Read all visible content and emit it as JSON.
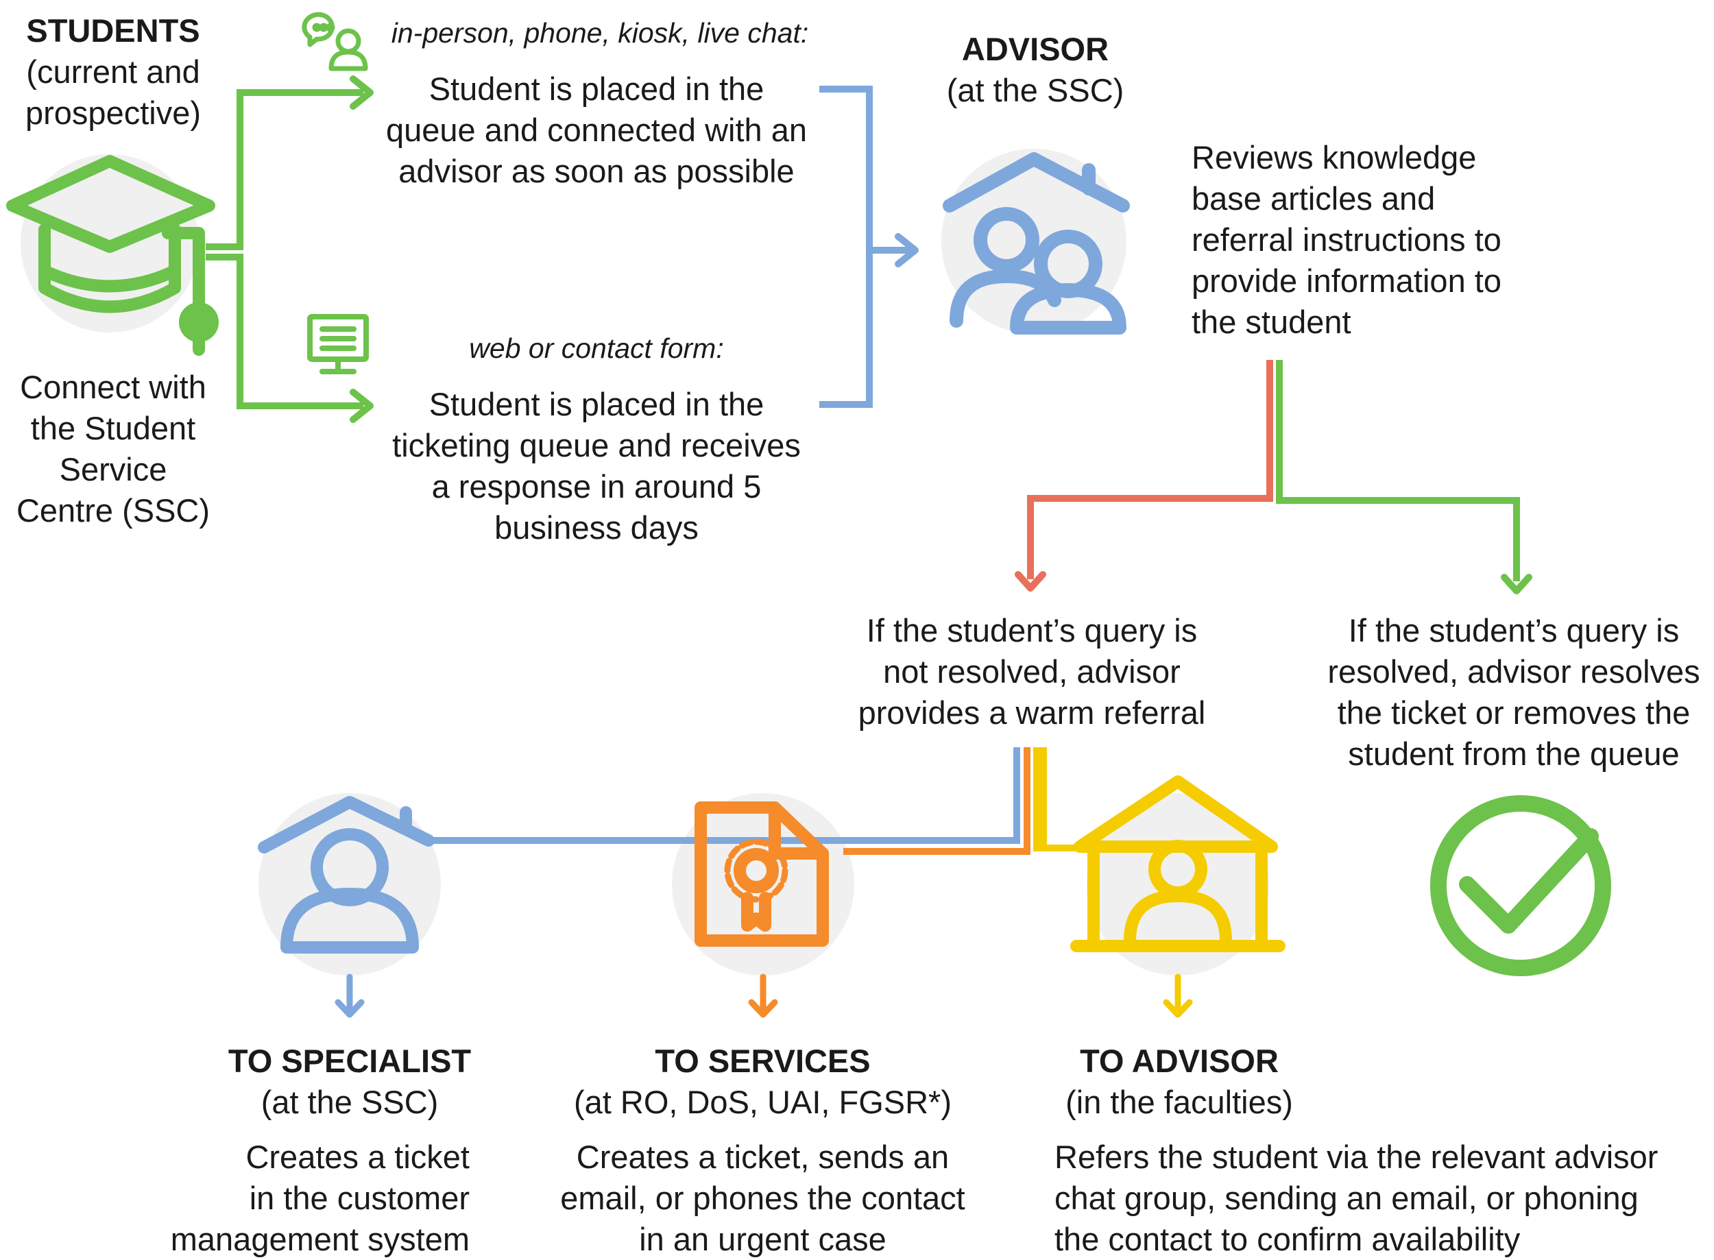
{
  "students": {
    "title": "STUDENTS",
    "subtitle_lines": [
      "(current and",
      "prospective)"
    ],
    "caption_lines": [
      "Connect with",
      "the Student",
      "Service",
      "Centre (SSC)"
    ]
  },
  "channel_live": {
    "label": "in-person, phone, kiosk, live chat:",
    "text_lines": [
      "Student is placed in the",
      "queue and connected with an",
      "advisor as soon as possible"
    ]
  },
  "channel_web": {
    "label": "web or contact form:",
    "text_lines": [
      "Student is placed in the",
      "ticketing queue and receives",
      "a response in around 5",
      "business days"
    ]
  },
  "advisor_ssc": {
    "title": "ADVISOR",
    "subtitle": "(at the SSC)",
    "text_lines": [
      "Reviews knowledge",
      "base articles and",
      "referral instructions to",
      "provide information to",
      "the student"
    ]
  },
  "outcome_not_resolved": {
    "text_lines": [
      "If the student’s query is",
      "not resolved, advisor",
      "provides a warm referral"
    ]
  },
  "outcome_resolved": {
    "text_lines": [
      "If the student’s query is",
      "resolved, advisor resolves",
      "the ticket or removes the",
      "student from the queue"
    ]
  },
  "to_specialist": {
    "title": "TO SPECIALIST",
    "subtitle": "(at the SSC)",
    "text_lines": [
      "Creates a ticket",
      "in the customer",
      "management system"
    ]
  },
  "to_services": {
    "title": "TO SERVICES",
    "subtitle": "(at RO, DoS, UAI, FGSR*)",
    "text_lines": [
      "Creates a ticket, sends an",
      "email, or phones the contact",
      "in an urgent case"
    ]
  },
  "to_faculty_advisor": {
    "title": "TO ADVISOR",
    "subtitle": "(in the faculties)",
    "text_lines": [
      "Refers the student via the relevant advisor",
      "chat group, sending an email, or phoning",
      "the contact to confirm availability"
    ]
  },
  "colors": {
    "green": "#6cc24a",
    "blue": "#7ea7dc",
    "red": "#e8705a",
    "orange": "#f58b2a",
    "yellow": "#f5cc00",
    "circle_bg": "#f0f0f0",
    "text": "#1a1a1a"
  },
  "icons": [
    "graduation-cap-icon",
    "chat-person-icon",
    "web-form-icon",
    "advisor-group-icon",
    "specialist-person-icon",
    "certificate-document-icon",
    "faculty-building-icon",
    "checkmark-circle-icon"
  ]
}
